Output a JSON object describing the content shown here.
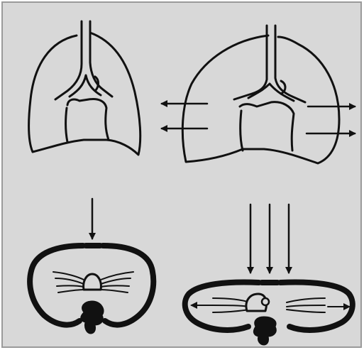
{
  "figure": {
    "background": "#d8d8d8",
    "border": "#9a9a9a",
    "ink": "#111111"
  },
  "panels": [
    {
      "id": "chest-front-normal",
      "arrow_count": 0
    },
    {
      "id": "chest-front-expanded",
      "arrow_count": 4,
      "arrow_direction": "outward"
    },
    {
      "id": "chest-section-normal",
      "arrow_count": 1,
      "arrow_direction": "down"
    },
    {
      "id": "chest-section-compressed",
      "arrow_count": 3,
      "arrow_direction": "down"
    }
  ]
}
